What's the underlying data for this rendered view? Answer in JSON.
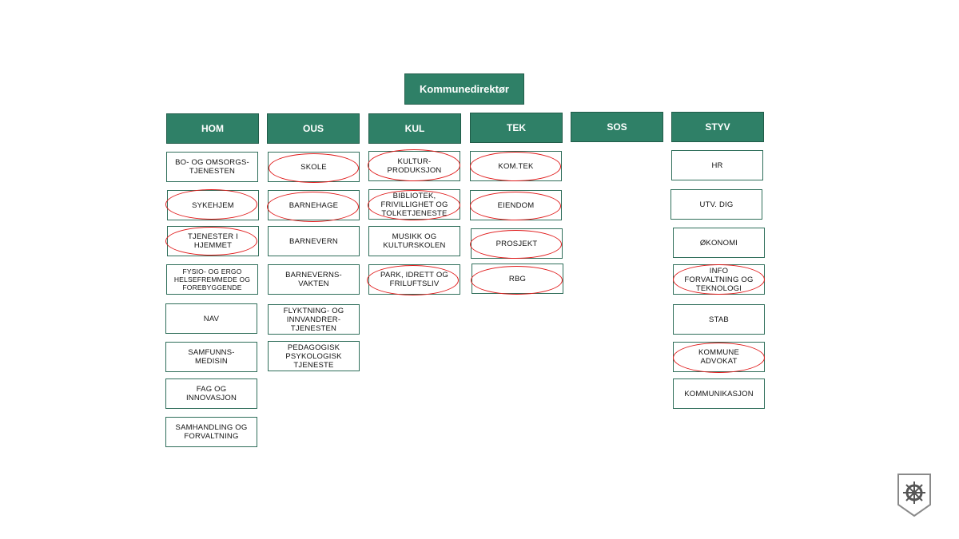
{
  "director": "Kommunedirektør",
  "departments": [
    {
      "name": "HOM",
      "units": [
        "BO- OG OMSORGS-\nTJENESTEN",
        "SYKEHJEM",
        "TJENESTER I\nHJEMMET",
        "FYSIO- OG ERGO\nHELSEFREMMEDE OG\nFOREBYGGENDE",
        "NAV",
        "SAMFUNNS-\nMEDISIN",
        "FAG OG\nINNOVASJON",
        "SAMHANDLING OG\nFORVALTNING"
      ]
    },
    {
      "name": "OUS",
      "units": [
        "SKOLE",
        "BARNEHAGE",
        "BARNEVERN",
        "BARNEVERNS-\nVAKTEN",
        "FLYKTNING- OG\nINNVANDRER-\nTJENESTEN",
        "PEDAGOGISK\nPSYKOLOGISK\nTJENESTE"
      ]
    },
    {
      "name": "KUL",
      "units": [
        "KULTUR-\nPRODUKSJON",
        "BIBLIOTEK,\nFRIVILLIGHET OG\nTOLKETJENESTE",
        "MUSIKK OG\nKULTURSKOLEN",
        "PARK, IDRETT OG\nFRILUFTSLIV"
      ]
    },
    {
      "name": "TEK",
      "units": [
        "KOM.TEK",
        "EIENDOM",
        "PROSJEKT",
        "RBG"
      ]
    },
    {
      "name": "SOS",
      "units": []
    },
    {
      "name": "STYV",
      "units": [
        "HR",
        "UTV. DIG",
        "ØKONOMI",
        "INFO\nFORVALTNING OG\nTEKNOLOGI",
        "STAB",
        "KOMMUNE\nADVOKAT",
        "KOMMUNIKASJON"
      ]
    }
  ],
  "colors": {
    "header": "#2f8067",
    "highlight": "#e01b1b",
    "border": "#2f6e5a"
  },
  "logo_icon": "municipal-shield-wheel-icon"
}
